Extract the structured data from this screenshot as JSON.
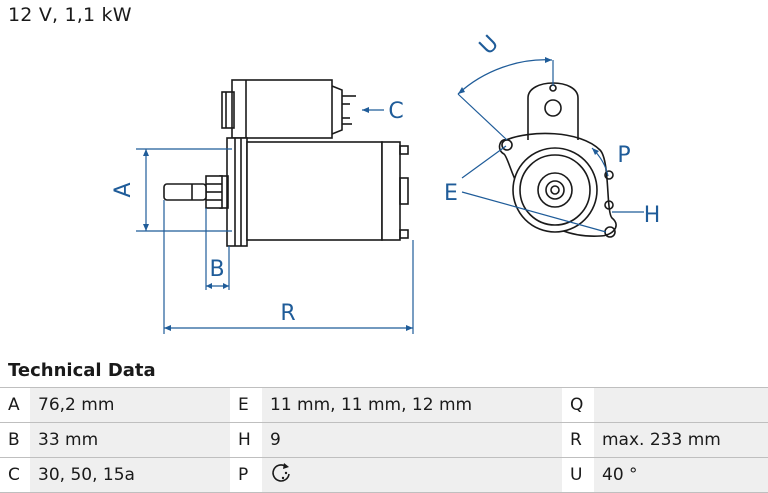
{
  "header": {
    "title": "12 V, 1,1 kW"
  },
  "drawing": {
    "dimension_labels": {
      "a": "A",
      "b": "B",
      "c": "C",
      "r": "R",
      "u": "U",
      "p": "P",
      "e": "E",
      "h": "H"
    },
    "line_color": "#1f5c99"
  },
  "technical": {
    "title": "Technical Data",
    "rows": [
      {
        "k1": "A",
        "v1": "76,2 mm",
        "k2": "E",
        "v2": "11 mm, 11 mm, 12 mm",
        "k3": "Q",
        "v3": ""
      },
      {
        "k1": "B",
        "v1": "33 mm",
        "k2": "H",
        "v2": "9",
        "k3": "R",
        "v3": "max. 233 mm"
      },
      {
        "k1": "C",
        "v1": "30, 50, 15a",
        "k2": "P",
        "v2": "",
        "v2_icon": "clockwise-rotation-icon",
        "k3": "U",
        "v3": "40 °"
      }
    ]
  }
}
